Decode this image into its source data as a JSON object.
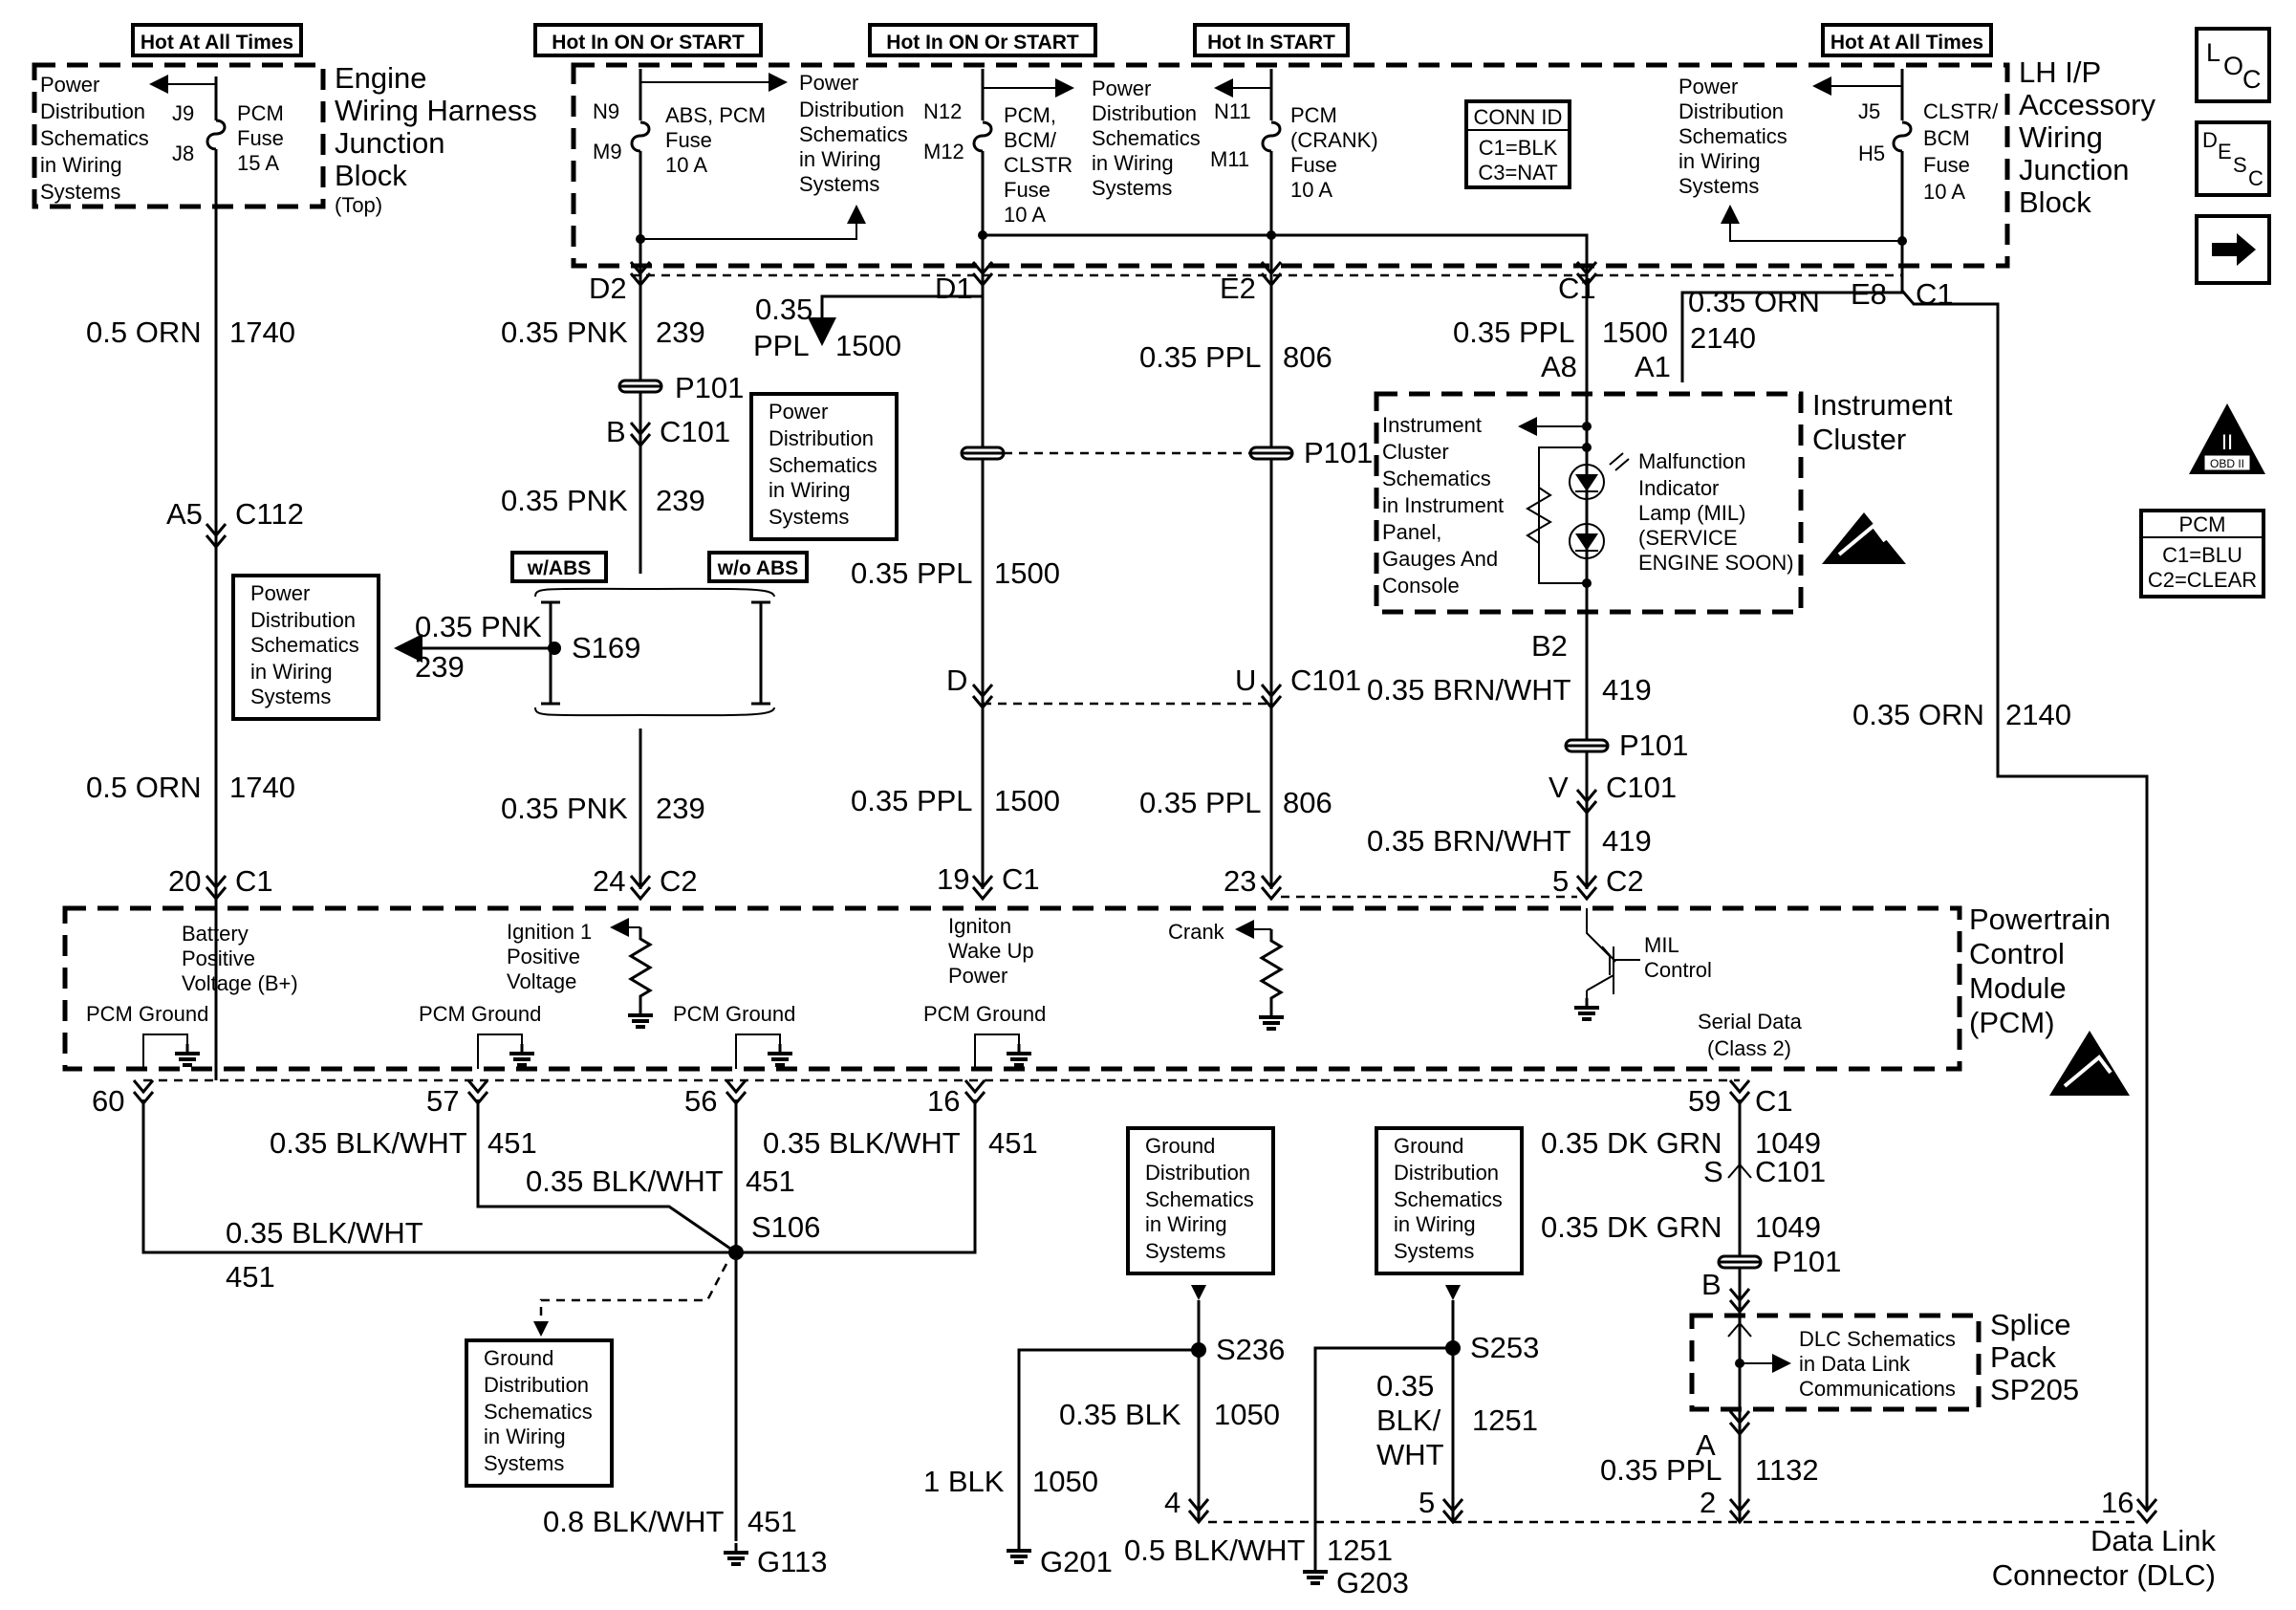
{
  "top_labels": {
    "hot_all_left": "Hot At All Times",
    "hot_on_start_1": "Hot In ON Or START",
    "hot_on_start_2": "Hot In ON Or START",
    "hot_start": "Hot In START",
    "hot_all_right": "Hot At All Times"
  },
  "engine_block": {
    "title": [
      "Engine",
      "Wiring Harness",
      "Junction",
      "Block"
    ],
    "subtitle": "(Top)",
    "ref": [
      "Power",
      "Distribution",
      "Schematics",
      "in Wiring",
      "Systems"
    ],
    "pin_top": "J9",
    "pin_bottom": "J8",
    "fuse": [
      "PCM",
      "Fuse",
      "15 A"
    ]
  },
  "fuse_block": {
    "abs_pin_top": "N9",
    "abs_pin_bottom": "M9",
    "abs_fuse": [
      "ABS, PCM",
      "Fuse",
      "10 A"
    ],
    "ref1": [
      "Power",
      "Distribution",
      "Schematics",
      "in Wiring",
      "Systems"
    ],
    "pcm_pin_top": "N12",
    "pcm_pin_bottom": "M12",
    "pcm_fuse": [
      "PCM,",
      "BCM/",
      "CLSTR",
      "Fuse",
      "10 A"
    ],
    "ref2": [
      "Power",
      "Distribution",
      "Schematics",
      "in Wiring",
      "Systems"
    ],
    "crank_pin_top": "N11",
    "crank_pin_bottom": "M11",
    "crank_fuse": [
      "PCM",
      "(CRANK)",
      "Fuse",
      "10 A"
    ],
    "conn_id": [
      "CONN ID",
      "C1=BLK",
      "C3=NAT"
    ],
    "ref3": [
      "Power",
      "Distribution",
      "Schematics",
      "in Wiring",
      "Systems"
    ],
    "clstr_pin_top": "J5",
    "clstr_pin_bottom": "H5",
    "clstr_fuse": [
      "CLSTR/",
      "BCM",
      "Fuse",
      "10 A"
    ],
    "title": [
      "LH I/P",
      "Accessory",
      "Wiring",
      "Junction",
      "Block"
    ]
  },
  "side_icons": {
    "loc": "LOC",
    "desc": "DESC",
    "next": "→",
    "obd": "OBD II"
  },
  "pcm_conn_id": [
    "PCM",
    "C1=BLU",
    "C2=CLEAR"
  ],
  "wire_labels": {
    "orn1740_a": [
      "0.5 ORN",
      "1740"
    ],
    "a5": "A5",
    "c112": "C112",
    "orn1740_b": [
      "0.5 ORN",
      "1740"
    ],
    "pcm20": "20",
    "pcm20c": "C1",
    "d2": "D2",
    "pnk239_a": [
      "0.35 PNK",
      "239"
    ],
    "p101_a": "P101",
    "b_c101": [
      "B",
      "C101"
    ],
    "pnk239_b": [
      "0.35 PNK",
      "239"
    ],
    "w_abs": "w/ABS",
    "wo_abs": "w/o ABS",
    "s169_wire": [
      "0.35 PNK",
      "239"
    ],
    "s169": "S169",
    "ref_s169": [
      "Power",
      "Distribution",
      "Schematics",
      "in Wiring",
      "Systems"
    ],
    "pnk239_c": [
      "0.35 PNK",
      "239"
    ],
    "pcm24": "24",
    "pcm24c": "C2",
    "ppl1500_a": [
      "0.35",
      "PPL",
      "1500"
    ],
    "d1": "D1",
    "ref_ppl": [
      "Power",
      "Distribution",
      "Schematics",
      "in Wiring",
      "Systems"
    ],
    "ppl1500_b": [
      "0.35 PPL",
      "1500"
    ],
    "d_c101": "D",
    "ppl1500_c": [
      "0.35 PPL",
      "1500"
    ],
    "pcm19": "19",
    "pcm19c": "C1",
    "e2": "E2",
    "ppl806_a": [
      "0.35 PPL",
      "806"
    ],
    "p101_b": "P101",
    "u_c101": [
      "U",
      "C101"
    ],
    "ppl806_b": [
      "0.35 PPL",
      "806"
    ],
    "pcm23": "23",
    "c1_top": "C1",
    "ppl1500_d": [
      "0.35 PPL",
      "1500"
    ],
    "a8": "A8",
    "orn2140_a": [
      "0.35 ORN",
      "2140"
    ],
    "a1": "A1",
    "e8": "E8",
    "c1_e8": "C1",
    "b2": "B2",
    "brn419_a": [
      "0.35 BRN/WHT",
      "419"
    ],
    "p101_c": "P101",
    "v_c101": [
      "V",
      "C101"
    ],
    "brn419_b": [
      "0.35 BRN/WHT",
      "419"
    ],
    "pcm5": "5",
    "pcm5c": "C2",
    "orn2140_b": [
      "0.35 ORN",
      "2140"
    ]
  },
  "cluster": {
    "title": [
      "Instrument",
      "Cluster"
    ],
    "ref": [
      "Instrument",
      "Cluster",
      "Schematics",
      "in Instrument",
      "Panel,",
      "Gauges And",
      "Console"
    ],
    "mil": [
      "Malfunction",
      "Indicator",
      "Lamp (MIL)",
      "(SERVICE",
      "ENGINE SOON)"
    ]
  },
  "pcm": {
    "title": [
      "Powertrain",
      "Control",
      "Module",
      "(PCM)"
    ],
    "battery": [
      "Battery",
      "Positive",
      "Voltage (B+)"
    ],
    "ign1": [
      "Ignition 1",
      "Positive",
      "Voltage"
    ],
    "wake": [
      "Igniton",
      "Wake Up",
      "Power"
    ],
    "crank": "Crank",
    "mil_ctrl": [
      "MIL",
      "Control"
    ],
    "grounds": [
      "PCM Ground",
      "PCM Ground",
      "PCM Ground",
      "PCM Ground"
    ],
    "serial": [
      "Serial Data",
      "(Class 2)"
    ]
  },
  "ground_section": {
    "pin60": "60",
    "pin57": "57",
    "pin56": "56",
    "pin16": "16",
    "w57": [
      "0.35 BLK/WHT",
      "451"
    ],
    "w16": [
      "0.35 BLK/WHT",
      "451"
    ],
    "w56": [
      "0.35 BLK/WHT",
      "451"
    ],
    "w60": [
      "0.35 BLK/WHT",
      "451"
    ],
    "s106": "S106",
    "ref_s106": [
      "Ground",
      "Distribution",
      "Schematics",
      "in Wiring",
      "Systems"
    ],
    "w113": [
      "0.8 BLK/WHT",
      "451"
    ],
    "g113": "G113",
    "ref_s236": [
      "Ground",
      "Distribution",
      "Schematics",
      "in Wiring",
      "Systems"
    ],
    "s236": "S236",
    "w1050": [
      "0.35 BLK",
      "1050"
    ],
    "w1050g": [
      "1 BLK",
      "1050"
    ],
    "g201": "G201",
    "pin4": "4",
    "ref_s253": [
      "Ground",
      "Distribution",
      "Schematics",
      "in Wiring",
      "Systems"
    ],
    "s253": "S253",
    "w1251": [
      "0.35",
      "BLK/",
      "WHT",
      "1251"
    ],
    "pin5": "5",
    "w1251g": [
      "0.5 BLK/WHT",
      "1251"
    ],
    "g203": "G203"
  },
  "data_section": {
    "pin59": "59",
    "c1": "C1",
    "w1049a": [
      "0.35 DK GRN",
      "1049"
    ],
    "s_c101": [
      "S",
      "C101"
    ],
    "w1049b": [
      "0.35 DK GRN",
      "1049"
    ],
    "p101": "P101",
    "b": "B",
    "splice_ref": [
      "DLC Schematics",
      "in Data Link",
      "Communications"
    ],
    "splice": [
      "Splice",
      "Pack",
      "SP205"
    ],
    "a": "A",
    "w1132": [
      "0.35 PPL",
      "1132"
    ],
    "pin2": "2",
    "pin16": "16",
    "dlc": [
      "Data Link",
      "Connector (DLC)"
    ]
  }
}
